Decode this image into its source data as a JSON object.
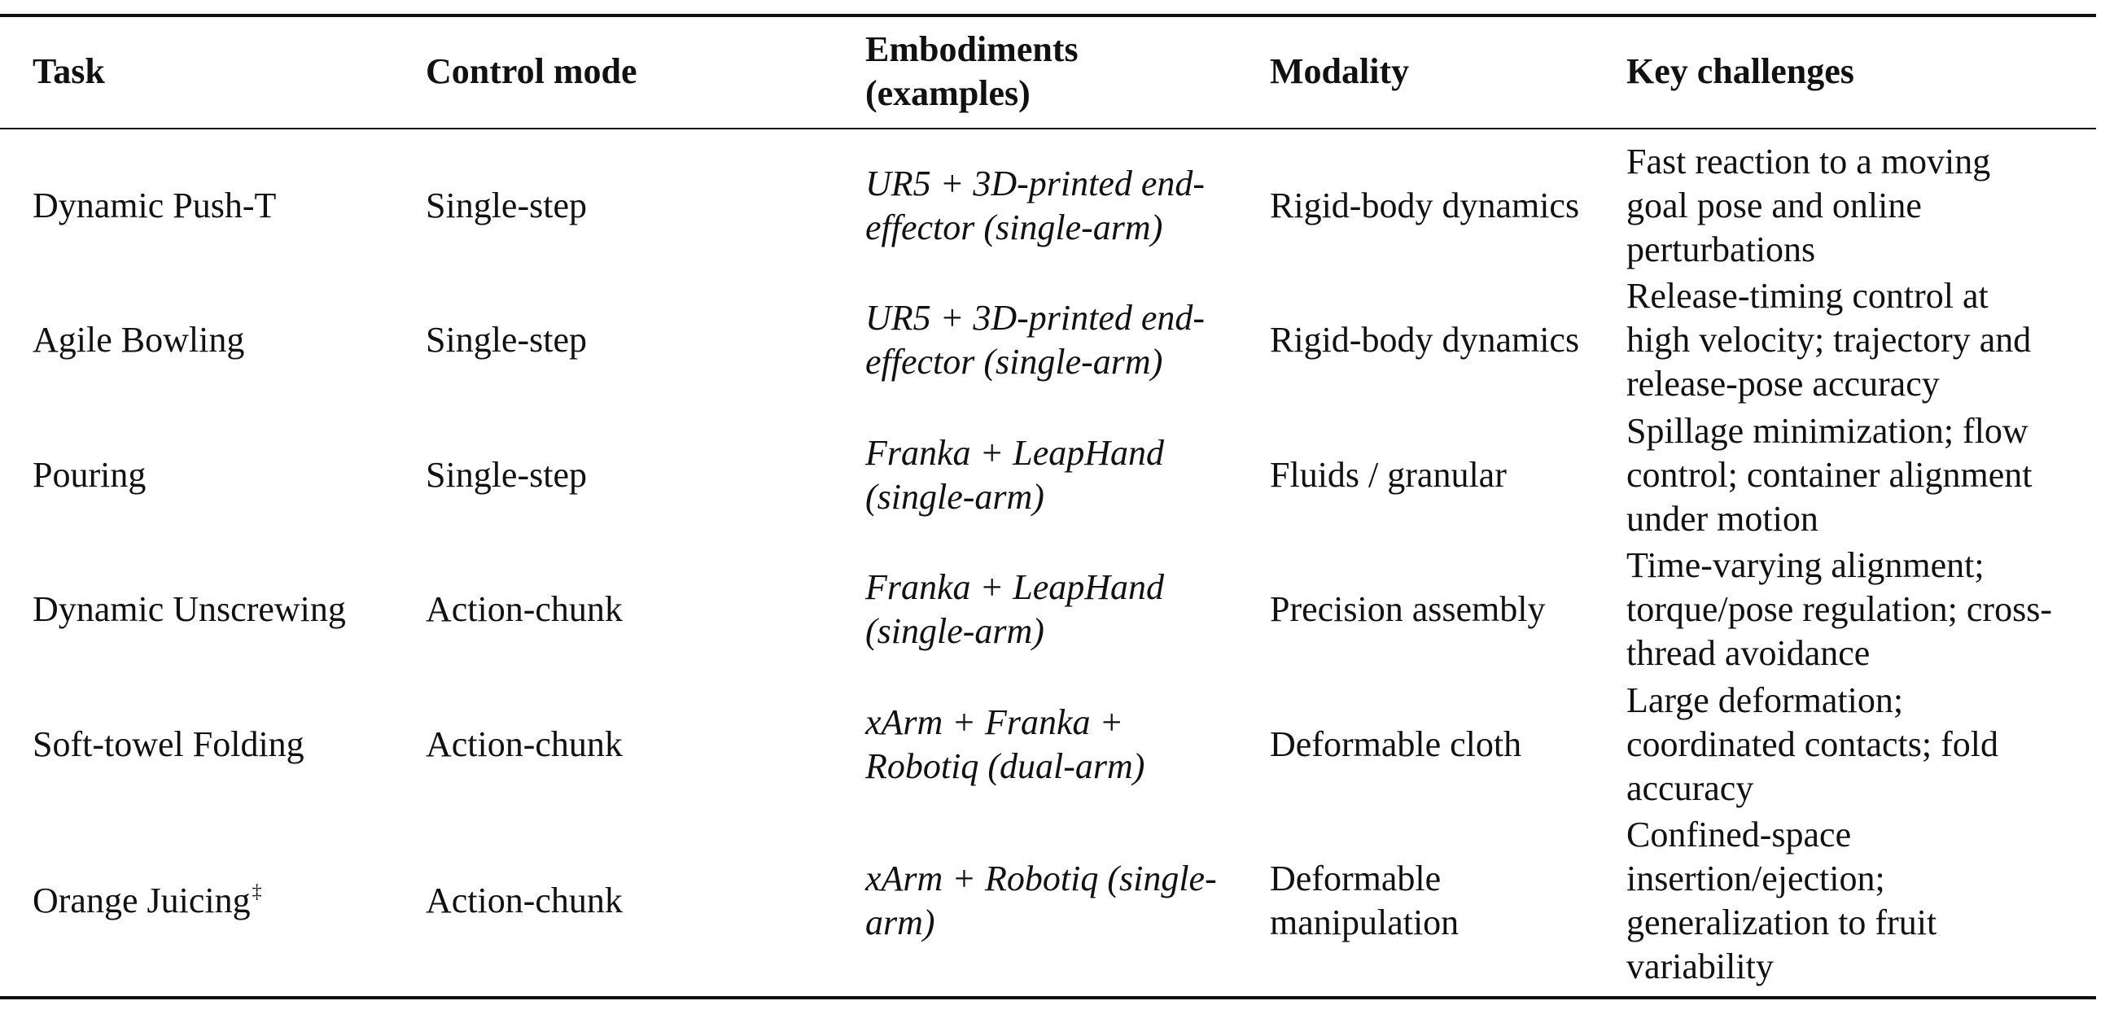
{
  "table": {
    "headers": {
      "task": "Task",
      "control_mode": "Control mode",
      "embodiments_line1": "Embodiments",
      "embodiments_line2": "(examples)",
      "modality": "Modality",
      "key_challenges": "Key challenges"
    },
    "rows": [
      {
        "task": "Dynamic Push-T",
        "task_mark": "",
        "control_mode": "Single-step",
        "embodiment_lines": [
          "UR5 + 3D-printed end-",
          "effector (single-arm)"
        ],
        "modality_lines": [
          "Rigid-body dynamics"
        ],
        "challenge_lines": [
          "Fast reaction to a moving",
          "goal pose and online",
          "perturbations"
        ]
      },
      {
        "task": "Agile Bowling",
        "task_mark": "",
        "control_mode": "Single-step",
        "embodiment_lines": [
          "UR5 + 3D-printed end-",
          "effector (single-arm)"
        ],
        "modality_lines": [
          "Rigid-body dynamics"
        ],
        "challenge_lines": [
          "Release-timing control at",
          "high velocity; trajectory and",
          "release-pose accuracy"
        ]
      },
      {
        "task": "Pouring",
        "task_mark": "",
        "control_mode": "Single-step",
        "embodiment_lines": [
          "Franka + LeapHand",
          "(single-arm)"
        ],
        "modality_lines": [
          "Fluids / granular"
        ],
        "challenge_lines": [
          "Spillage minimization; flow",
          "control; container alignment",
          "under motion"
        ]
      },
      {
        "task": "Dynamic Unscrewing",
        "task_mark": "",
        "control_mode": "Action-chunk",
        "embodiment_lines": [
          "Franka + LeapHand",
          "(single-arm)"
        ],
        "modality_lines": [
          "Precision assembly"
        ],
        "challenge_lines": [
          "Time-varying alignment;",
          "torque/pose regulation; cross-",
          "thread avoidance"
        ]
      },
      {
        "task": "Soft-towel Folding",
        "task_mark": "",
        "control_mode": "Action-chunk",
        "embodiment_lines": [
          "xArm + Franka +",
          "Robotiq (dual-arm)"
        ],
        "modality_lines": [
          "Deformable cloth"
        ],
        "challenge_lines": [
          "Large deformation;",
          "coordinated contacts; fold",
          "accuracy"
        ]
      },
      {
        "task": "Orange Juicing",
        "task_mark": "‡",
        "control_mode": "Action-chunk",
        "embodiment_lines": [
          "xArm + Robotiq (single-",
          "arm)"
        ],
        "modality_lines": [
          "Deformable",
          "manipulation"
        ],
        "challenge_lines": [
          "Confined-space",
          "insertion/ejection;",
          "generalization to fruit",
          "variability"
        ]
      }
    ]
  }
}
